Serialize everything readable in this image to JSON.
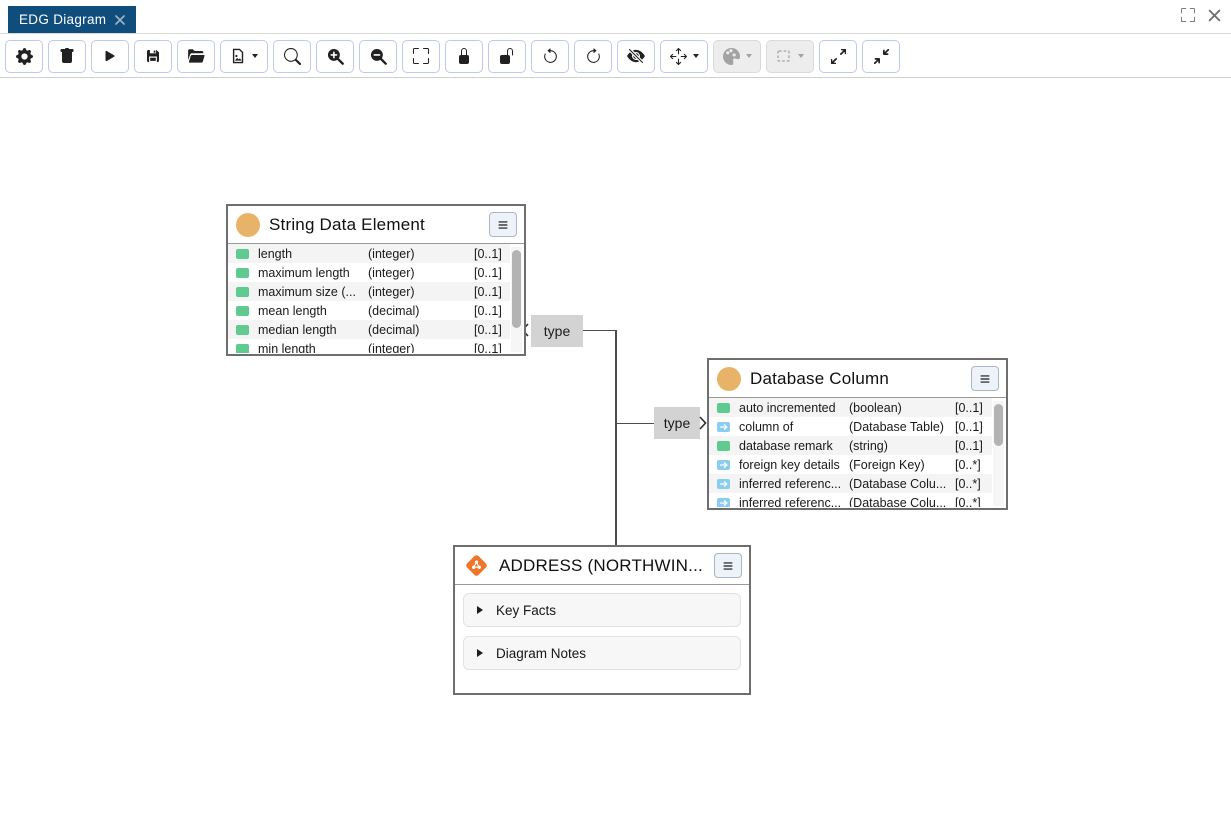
{
  "tab_bar": {
    "tab": {
      "label": "EDG Diagram",
      "close_icon": "close-icon"
    }
  },
  "window_controls": {
    "maximize_icon": "fullscreen-icon",
    "close_icon": "close-icon"
  },
  "toolbar": {
    "buttons": [
      {
        "id": "settings",
        "icon": "gear-icon",
        "enabled": true,
        "dropdown": false
      },
      {
        "id": "delete",
        "icon": "trash-icon",
        "enabled": true,
        "dropdown": false
      },
      {
        "id": "run",
        "icon": "play-icon",
        "enabled": true,
        "dropdown": false
      },
      {
        "id": "save",
        "icon": "floppy-disk-icon",
        "enabled": true,
        "dropdown": false
      },
      {
        "id": "open",
        "icon": "folder-open-icon",
        "enabled": true,
        "dropdown": false
      },
      {
        "id": "export-image",
        "icon": "file-image-icon",
        "enabled": true,
        "dropdown": true
      },
      {
        "id": "search",
        "icon": "magnifier-icon",
        "enabled": true,
        "dropdown": false
      },
      {
        "id": "zoom-in",
        "icon": "magnifier-plus-icon",
        "enabled": true,
        "dropdown": false
      },
      {
        "id": "zoom-out",
        "icon": "magnifier-minus-icon",
        "enabled": true,
        "dropdown": false
      },
      {
        "id": "zoom-fit",
        "icon": "fit-screen-icon",
        "enabled": true,
        "dropdown": false
      },
      {
        "id": "lock",
        "icon": "lock-closed-icon",
        "enabled": true,
        "dropdown": false
      },
      {
        "id": "unlock",
        "icon": "lock-open-icon",
        "enabled": true,
        "dropdown": false
      },
      {
        "id": "undo",
        "icon": "undo-arrow-icon",
        "enabled": true,
        "dropdown": false
      },
      {
        "id": "redo",
        "icon": "redo-arrow-icon",
        "enabled": true,
        "dropdown": false
      },
      {
        "id": "hide",
        "icon": "eye-slash-icon",
        "enabled": true,
        "dropdown": false
      },
      {
        "id": "move-mode",
        "icon": "move-arrows-icon",
        "enabled": true,
        "dropdown": true
      },
      {
        "id": "style",
        "icon": "palette-icon",
        "enabled": false,
        "dropdown": true
      },
      {
        "id": "select-area",
        "icon": "selection-box-icon",
        "enabled": false,
        "dropdown": true
      },
      {
        "id": "expand-all",
        "icon": "expand-arrows-icon",
        "enabled": true,
        "dropdown": false
      },
      {
        "id": "collapse-all",
        "icon": "collapse-arrows-icon",
        "enabled": true,
        "dropdown": false
      }
    ]
  },
  "diagram": {
    "nodes": {
      "string_data_element": {
        "title": "String Data Element",
        "header_icon": "class-circle-icon",
        "rows": [
          {
            "icon": "attribute",
            "name": "length",
            "type": "(integer)",
            "card": "[0..1]"
          },
          {
            "icon": "attribute",
            "name": "maximum length",
            "type": "(integer)",
            "card": "[0..1]"
          },
          {
            "icon": "attribute",
            "name": "maximum size (...",
            "type": "(integer)",
            "card": "[0..1]"
          },
          {
            "icon": "attribute",
            "name": "mean length",
            "type": "(decimal)",
            "card": "[0..1]"
          },
          {
            "icon": "attribute",
            "name": "median length",
            "type": "(decimal)",
            "card": "[0..1]"
          },
          {
            "icon": "attribute",
            "name": "min length",
            "type": "(integer)",
            "card": "[0..1]"
          }
        ]
      },
      "database_column": {
        "title": "Database Column",
        "header_icon": "class-circle-icon",
        "rows": [
          {
            "icon": "attribute",
            "name": "auto incremented",
            "type": "(boolean)",
            "card": "[0..1]"
          },
          {
            "icon": "relation",
            "name": "column of",
            "type": "(Database Table)",
            "card": "[0..1]"
          },
          {
            "icon": "attribute",
            "name": "database remark",
            "type": "(string)",
            "card": "[0..1]"
          },
          {
            "icon": "relation",
            "name": "foreign key details",
            "type": "(Foreign Key)",
            "card": "[0..*]"
          },
          {
            "icon": "relation",
            "name": "inferred referenc...",
            "type": "(Database Colu...",
            "card": "[0..*]"
          },
          {
            "icon": "relation",
            "name": "inferred referenc...",
            "type": "(Database Colu...",
            "card": "[0..*]"
          }
        ]
      },
      "address": {
        "title": "ADDRESS (NORTHWIN...",
        "header_icon": "instance-diamond-icon",
        "sections": [
          {
            "label": "Key Facts"
          },
          {
            "label": "Diagram Notes"
          }
        ]
      }
    },
    "edges": [
      {
        "label": "type",
        "arrow": "left"
      },
      {
        "label": "type",
        "arrow": "right"
      }
    ]
  },
  "colors": {
    "tab_active_bg": "#0f4d7d",
    "toolbar_button_border": "#bec9ee",
    "icon_color": "#212121",
    "disabled_icon": "#a3a3a3",
    "node_border": "#6e6e6e",
    "class_icon_orange": "#e9b269",
    "instance_icon_orange": "#f0752b",
    "attribute_green": "#5fcb8f",
    "relation_blue": "#8acdf3",
    "edge_line": "#4c4c4c",
    "edge_label_bg": "#d3d3d3",
    "row_alt_bg": "#f4f4f4",
    "section_bg": "#f7f7f7"
  }
}
